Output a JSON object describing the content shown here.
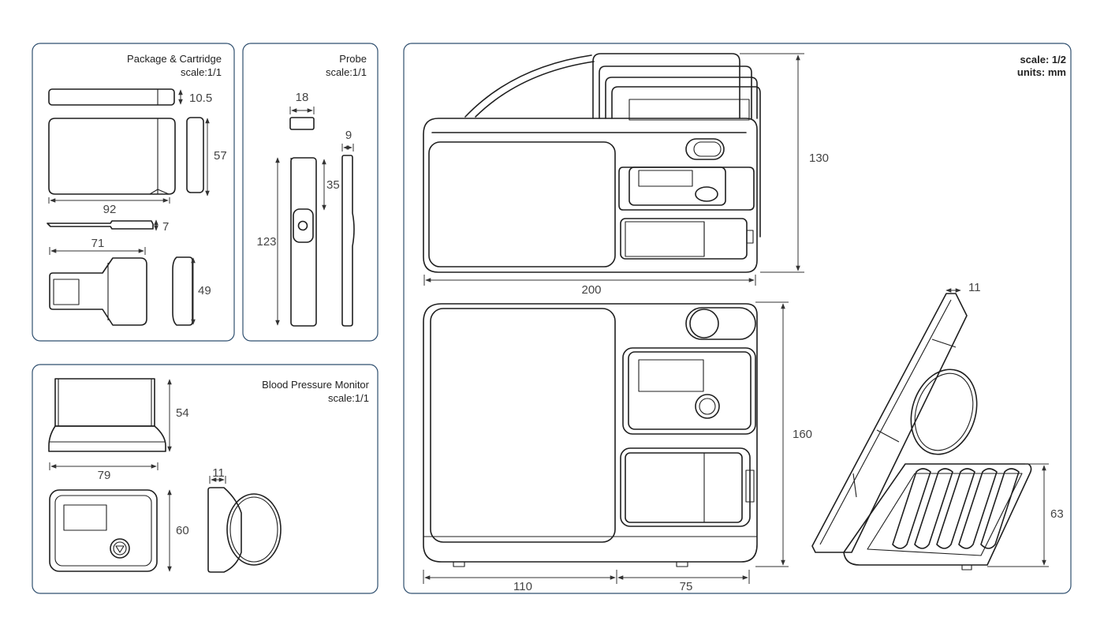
{
  "panels": {
    "package": {
      "title": "Package & Cartridge",
      "scale": "scale:1/1"
    },
    "probe": {
      "title": "Probe",
      "scale": "scale:1/1"
    },
    "bpm": {
      "title": "Blood Pressure Monitor",
      "scale": "scale:1/1"
    },
    "main": {
      "scale": "scale: 1/2",
      "units": "units: mm"
    }
  },
  "dims": {
    "pkg_thick": "10.5",
    "pkg_height": "57",
    "pkg_width": "92",
    "cart_thick": "7",
    "cart_width": "71",
    "cart_height": "49",
    "probe_width": "18",
    "probe_depth": "9",
    "probe_head": "35",
    "probe_length": "123",
    "bpm_height": "54",
    "bpm_width": "79",
    "bpm_face": "60",
    "bpm_depth": "11",
    "main_height_top": "130",
    "main_width": "200",
    "main_depth_side": "11",
    "main_height_front": "160",
    "main_width_left": "110",
    "main_width_right": "75",
    "main_tray_height": "63"
  },
  "colors": {
    "panel_border": "#2f4f6f",
    "line": "#1f1f1f",
    "dim_text": "#444444"
  }
}
